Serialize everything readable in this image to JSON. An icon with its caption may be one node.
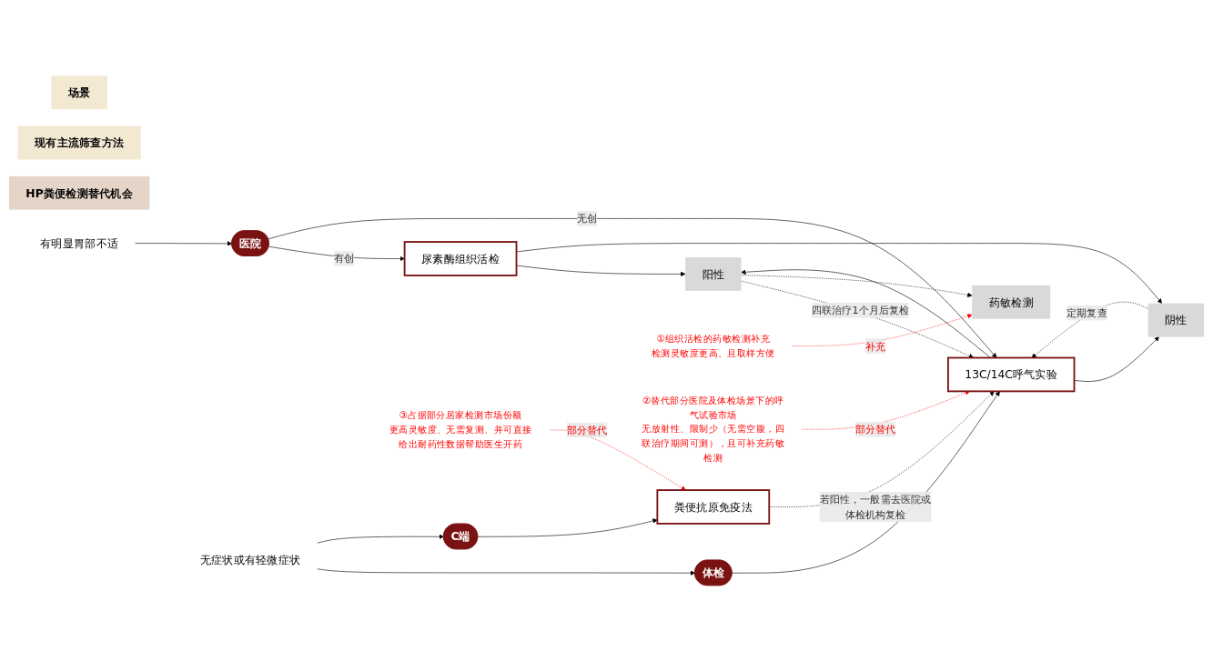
{
  "diagram": {
    "nodes": [
      {
        "text": [
          "场景"
        ]
      },
      {
        "text": [
          "现有主流筛查方法"
        ]
      },
      {
        "text": [
          "HP粪便检测替代机会"
        ]
      },
      {
        "text": [
          "有明显胃部不适"
        ]
      },
      {
        "text": [
          "医院"
        ]
      },
      {
        "text": [
          "体检"
        ]
      },
      {
        "text": [
          "C端"
        ]
      },
      {
        "text": [
          "无症状或有轻微症状"
        ]
      },
      {
        "text": [
          "尿素酶组织活检"
        ]
      },
      {
        "text": [
          "13C/14C呼气实验"
        ]
      },
      {
        "text": [
          "粪便抗原免疫法"
        ]
      },
      {
        "text": [
          "阳性"
        ]
      },
      {
        "text": [
          "阴性"
        ]
      },
      {
        "text": [
          "药敏检测"
        ]
      },
      {
        "text": [
          "①组织活检的药敏检测补充",
          "检测灵敏度更高、且取样方便"
        ]
      },
      {
        "text": [
          "②替代部分医院及体检场景下的呼气试验市场",
          "无放射性、限制少（无需空腹，四联治疗期间可测），且可补充药敏检测"
        ]
      },
      {
        "text": [
          "③占据部分居家检测市场份额",
          "更高灵敏度、无需复测、并可直接给出耐药性数据帮助医生开药"
        ]
      }
    ],
    "edges": [
      {
        "from": 3,
        "to": 4,
        "arrow": "to"
      },
      {
        "from": 4,
        "to": 8,
        "arrow": "to",
        "label": "有创"
      },
      {
        "from": 4,
        "to": 9,
        "arrow": "to",
        "label": "无创"
      },
      {
        "from": 7,
        "to": 5,
        "arrow": "to"
      },
      {
        "from": 7,
        "to": 6,
        "arrow": "to"
      },
      {
        "from": 5,
        "to": 9,
        "arrow": "to"
      },
      {
        "from": 6,
        "to": 10,
        "arrow": "to"
      },
      {
        "from": 8,
        "to": 11,
        "arrow": "to"
      },
      {
        "from": 8,
        "to": 12,
        "arrow": "to"
      },
      {
        "from": 9,
        "to": 11,
        "arrow": "to"
      },
      {
        "from": 9,
        "to": 12,
        "arrow": "to"
      },
      {
        "from": 11,
        "to": 9,
        "arrow": "to",
        "style": "dashed",
        "label": "四联治疗1个月后复检"
      },
      {
        "from": 12,
        "to": 9,
        "arrow": "to",
        "style": "dashed",
        "label": "定期复查"
      },
      {
        "from": 10,
        "to": 9,
        "arrow": "to",
        "style": "dashed",
        "label": "若阳性，一般需去医院或体检机构复检"
      },
      {
        "from": 11,
        "to": 13,
        "arrow": "to",
        "style": "dashed"
      },
      {
        "from": 14,
        "to": 13,
        "arrow": "to",
        "style": "dashed",
        "color": "#ff0000",
        "label": "补充"
      },
      {
        "from": 15,
        "to": 9,
        "arrow": "to",
        "style": "dashed",
        "color": "#ff0000",
        "label": "部分替代"
      },
      {
        "from": 16,
        "to": 10,
        "arrow": "to",
        "style": "dashed",
        "color": "#ff0000",
        "label": "部分替代"
      }
    ]
  }
}
